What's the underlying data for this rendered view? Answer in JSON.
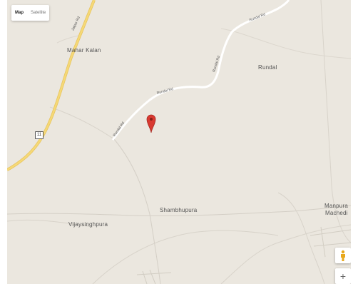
{
  "map_type": {
    "map_label": "Map",
    "satellite_label": "Satellite",
    "selected": "Map"
  },
  "places": {
    "mahar_kalan": "Mahar Kalan",
    "rundal": "Rundal",
    "shambhupura": "Shambhupura",
    "vijaysinghpura": "Vijaysinghpura",
    "manpura_machedi_1": "Manpura",
    "manpura_machedi_2": "Machedi"
  },
  "roads": {
    "jaipur_rd": "Jaipur Rd",
    "rundal_rd_1": "Rundal Rd",
    "rundal_rd_2": "Rundal Rd",
    "rundal_rd_3": "Rundal Rd",
    "rundal_rd_4": "Rundal Rd",
    "highway_shield": "11"
  },
  "controls": {
    "zoom_in": "+",
    "pegman_icon": "pegman-icon"
  },
  "colors": {
    "land": "#ebe7df",
    "highway": "#f3d36b",
    "minor_road": "#ffffff",
    "marker": "#d93a31"
  }
}
